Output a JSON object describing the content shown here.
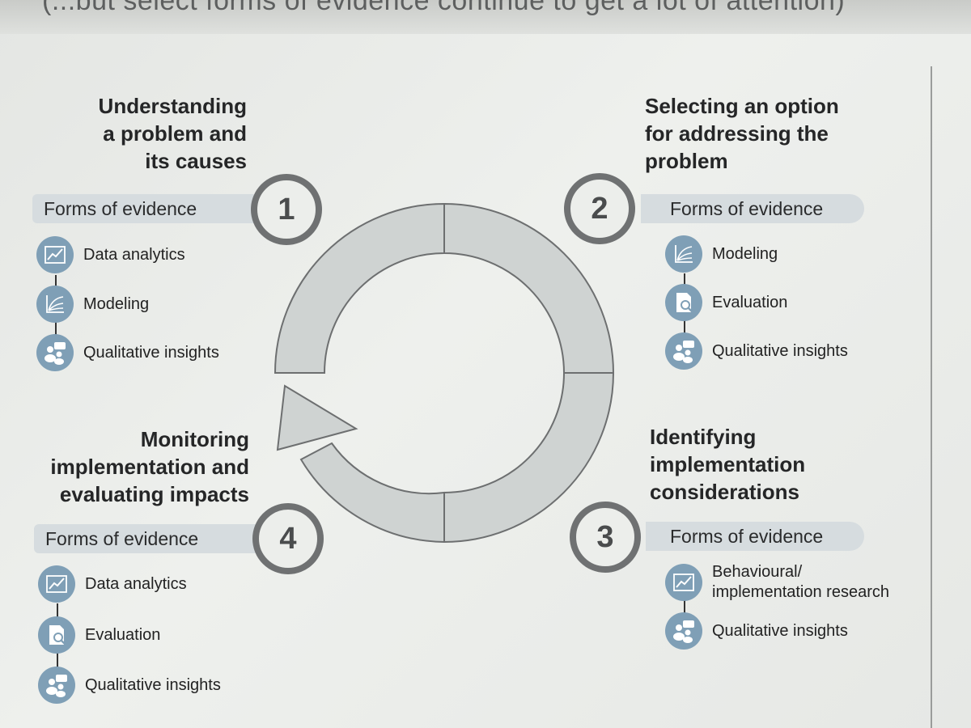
{
  "slide": {
    "top_text": "(...but select forms of evidence continue to get a lot of attention)"
  },
  "pill_label": "Forms of evidence",
  "stages": [
    {
      "number": "1",
      "title": "Understanding\na problem and\nits causes",
      "evidence": [
        {
          "label": "Data analytics",
          "icon": "line-chart-icon"
        },
        {
          "label": "Modeling",
          "icon": "modeling-chart-icon"
        },
        {
          "label": "Qualitative insights",
          "icon": "people-speech-icon"
        }
      ]
    },
    {
      "number": "2",
      "title": "Selecting an option\nfor addressing the\nproblem",
      "evidence": [
        {
          "label": "Modeling",
          "icon": "modeling-chart-icon"
        },
        {
          "label": "Evaluation",
          "icon": "document-magnifier-icon"
        },
        {
          "label": "Qualitative insights",
          "icon": "people-speech-icon"
        }
      ]
    },
    {
      "number": "3",
      "title": "Identifying\nimplementation\nconsiderations",
      "evidence": [
        {
          "label": "Behavioural/\nimplementation research",
          "icon": "line-chart-icon"
        },
        {
          "label": "Qualitative insights",
          "icon": "people-speech-icon"
        }
      ]
    },
    {
      "number": "4",
      "title": "Monitoring\nimplementation and\nevaluating impacts",
      "evidence": [
        {
          "label": "Data analytics",
          "icon": "line-chart-icon"
        },
        {
          "label": "Evaluation",
          "icon": "document-magnifier-icon"
        },
        {
          "label": "Qualitative insights",
          "icon": "people-speech-icon"
        }
      ]
    }
  ],
  "colors": {
    "ring_fill": "#cfd3d2",
    "ring_stroke": "#6d6f70",
    "badge_ring": "#6f7172",
    "pill_bg": "#d6dcdf",
    "icon_bg": "#7f9fb6"
  }
}
